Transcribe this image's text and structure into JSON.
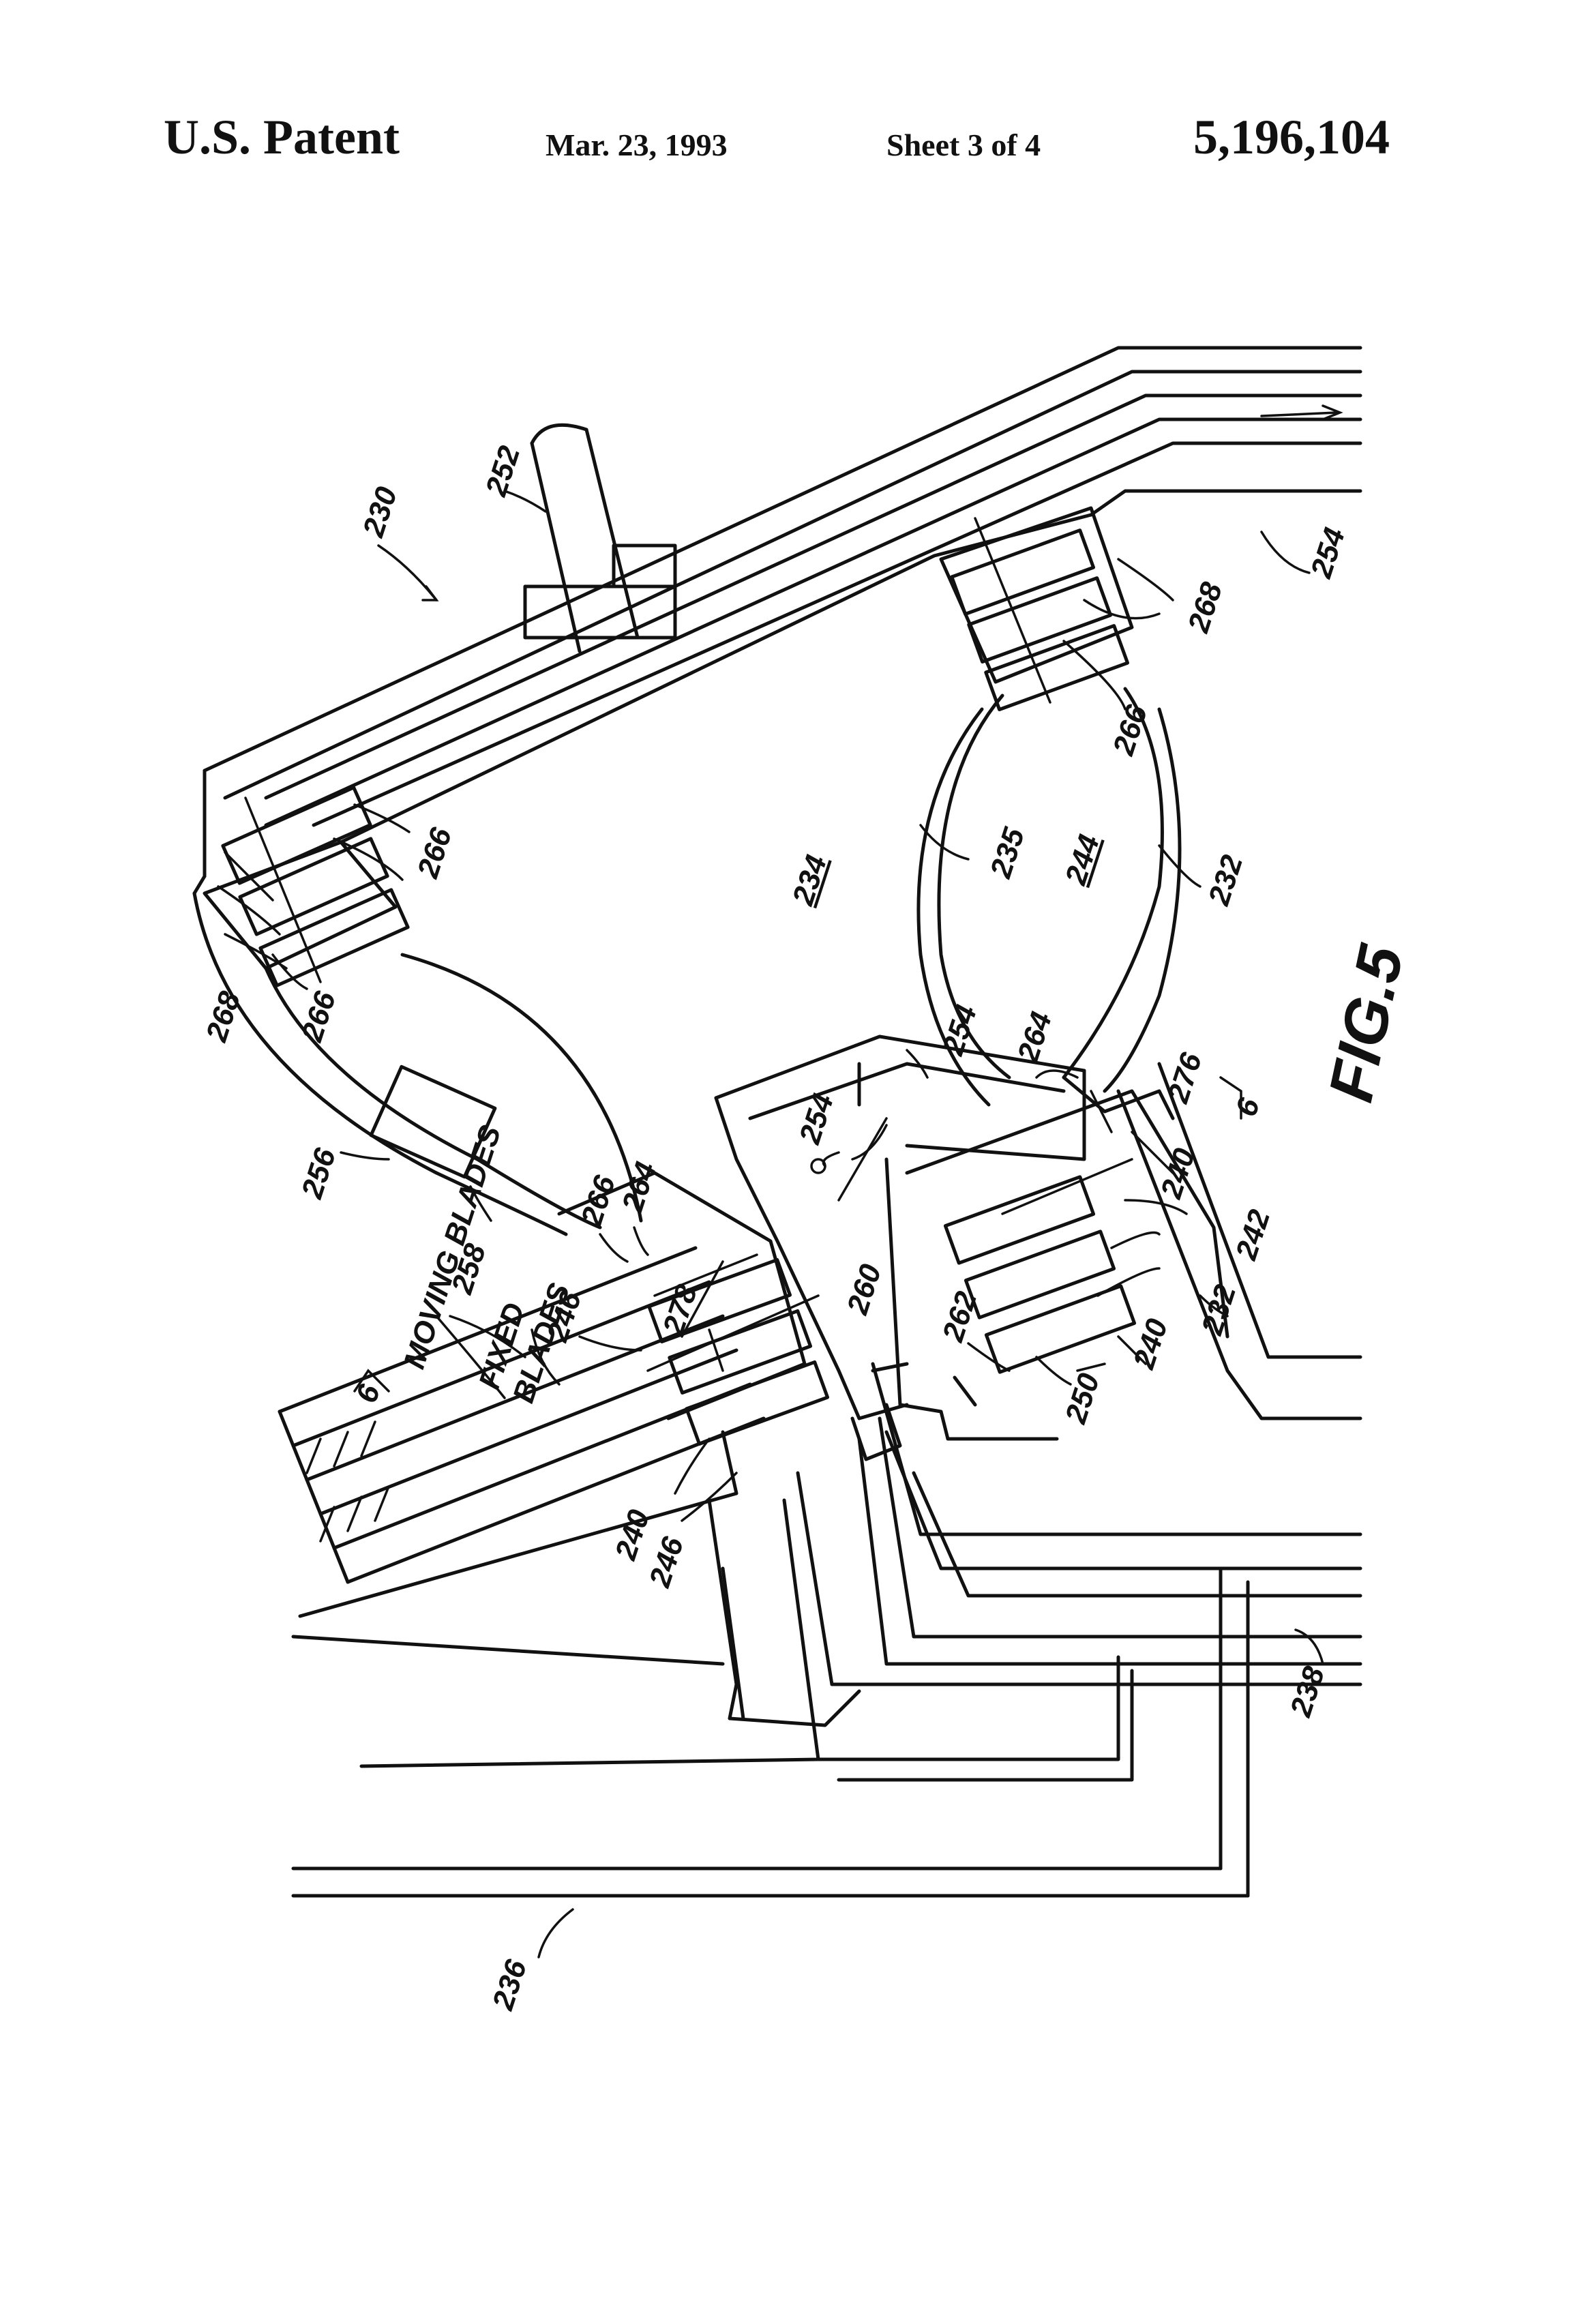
{
  "header": {
    "patent_label": "U.S. Patent",
    "date": "Mar. 23, 1993",
    "sheet": "Sheet 3 of 4",
    "patent_number": "5,196,104"
  },
  "figure": {
    "title": "FIG.5",
    "callouts": {
      "r230": "230",
      "r252": "252",
      "r254_top": "254",
      "r268_right": "268",
      "r266_right": "266",
      "r234": "234",
      "r244": "244",
      "r235": "235",
      "r232_right": "232",
      "r266_left_top": "266",
      "r268_left": "268",
      "r266_left": "266",
      "r256": "256",
      "r258": "258",
      "r266_mid": "266",
      "r264_mid": "264",
      "r278": "278",
      "r254_mid": "254",
      "r254_center": "254",
      "r264_right": "264",
      "r276": "276",
      "r6_right": "6",
      "r240_right": "240",
      "r242": "242",
      "r232_lower": "232",
      "r260": "260",
      "r262": "262",
      "r250": "250",
      "r240_lower": "240",
      "r246_top": "246",
      "r240_left": "240",
      "r246_bottom": "246",
      "r6_left": "6",
      "r238": "238",
      "r236": "236"
    },
    "texts": {
      "moving_blades": "MOVING BLADES",
      "fixed": "FIXED",
      "blades": "BLADES"
    }
  }
}
